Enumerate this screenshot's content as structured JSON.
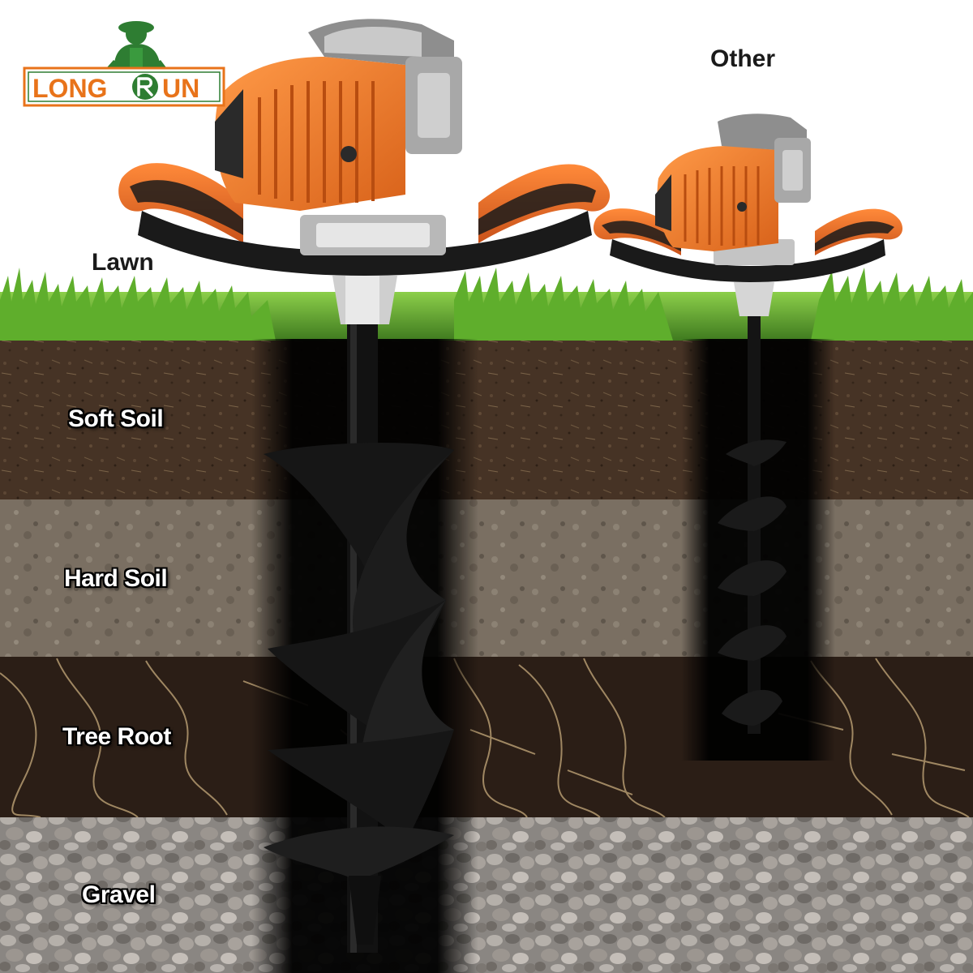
{
  "brand": {
    "logo_text_left": "LONG",
    "logo_text_right": "UN",
    "icon": "farmer-mascot-icon"
  },
  "labels": {
    "other": "Other",
    "lawn": "Lawn",
    "soft_soil": "Soft Soil",
    "hard_soil": "Hard Soil",
    "tree_root": "Tree Root",
    "gravel": "Gravel"
  },
  "colors": {
    "brand_orange": "#e8731a",
    "brand_green": "#2e7d32",
    "machine_orange": "#f07a24",
    "grass": "#5a9a2a",
    "soft_soil": "#4a3626",
    "hard_soil": "#7a6e60",
    "root_soil": "#2b1e16",
    "gravel": "#8c8884",
    "auger_black": "#121212"
  },
  "icons": [
    "farmer-mascot-icon",
    "engine-icon",
    "auger-bit-icon"
  ]
}
